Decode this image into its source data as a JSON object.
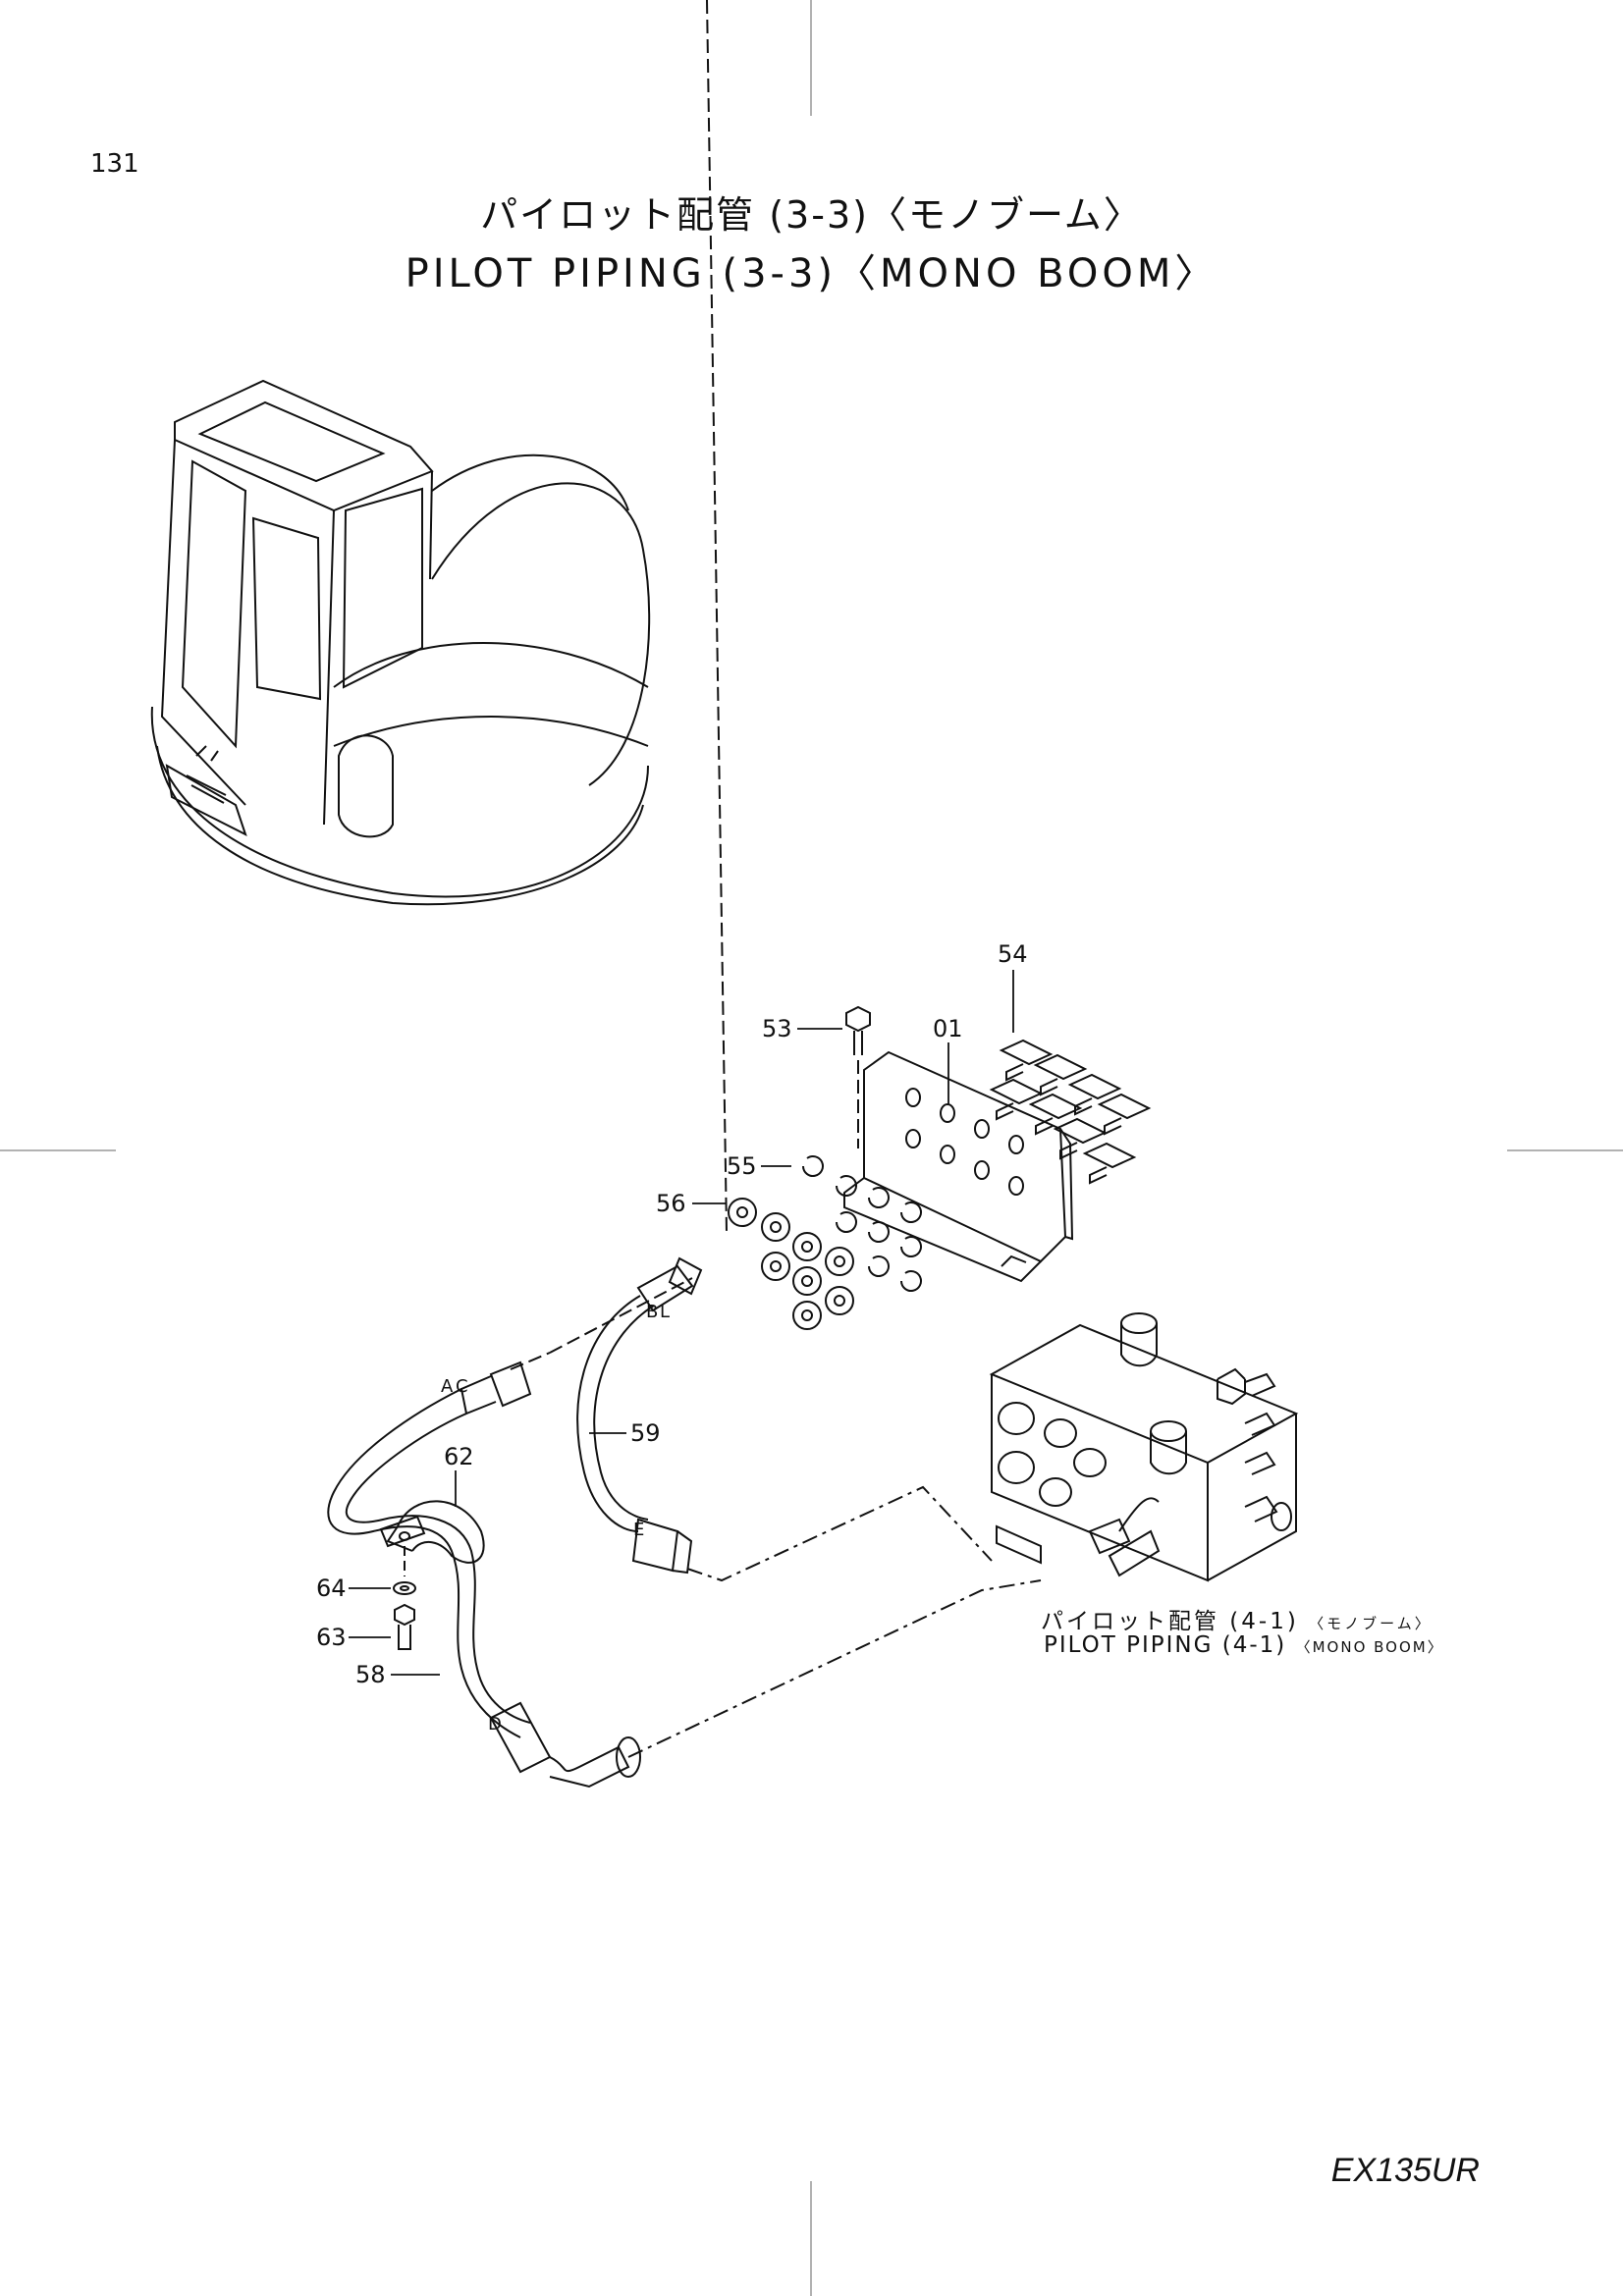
{
  "page_number": "131",
  "title": {
    "japanese": "パイロット配管 (3-3)〈モノブーム〉",
    "english": "PILOT PIPING (3-3)〈MONO BOOM〉"
  },
  "model": "EX135UR",
  "callouts": [
    "54",
    "53",
    "01",
    "55",
    "56",
    "59",
    "62",
    "64",
    "63",
    "58"
  ],
  "connection_letters": [
    "A",
    "C",
    "B",
    "L",
    "E",
    "D"
  ],
  "reference": {
    "japanese": "パイロット配管 (4-1)",
    "japanese_sub": "〈モノブーム〉",
    "english": "PILOT PIPING (4-1)",
    "english_sub": "〈MONO BOOM〉"
  }
}
